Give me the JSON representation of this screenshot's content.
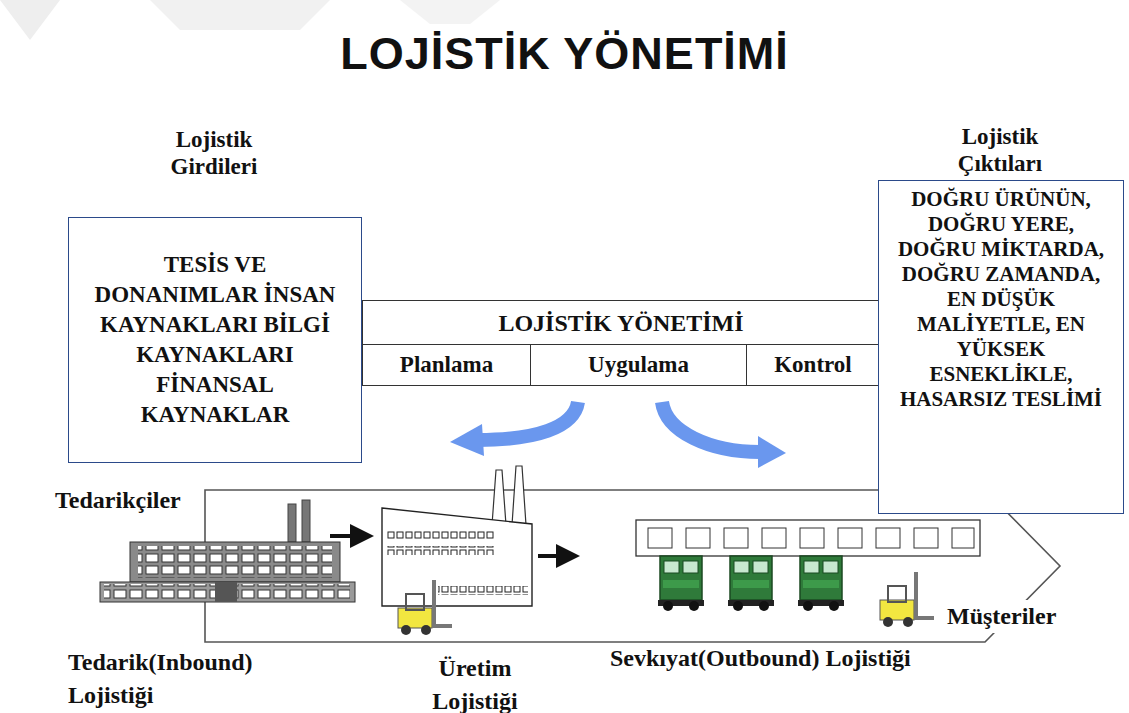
{
  "diagram": {
    "title": "LOJİSTİK YÖNETİMİ",
    "nodes": [
      {
        "text": [
          "Lojistik Girdileri",
          "TESİS VE DONANIMLAR İNSAN KAYNAKLARI BİLGİ KAYNAKLARI FİNANSAL KAYNAKLAR"
        ]
      },
      {
        "text": [
          "LOJİSTİK YÖNETİMİ"
        ]
      },
      {
        "text": [
          "Planlama"
        ],
        "in": 1
      },
      {
        "text": [
          "Uygulama"
        ],
        "in": 1
      },
      {
        "text": [
          "Kontrol"
        ],
        "in": 1
      },
      {
        "text": [
          "Lojistik Çıktıları",
          "DOĞRU ÜRÜNÜN, DOĞRU YERE, DOĞRU MİKTARDA, DOĞRU ZAMANDA, EN DÜŞÜK MALİYETLE, EN YÜKSEK ESNEKLİKLE, HASARSIZ TESLİMİ"
        ]
      }
    ],
    "labels": [
      "Tedarikçiler",
      "Tedarik(Inbound) Lojistiği",
      "Üretim Lojistiği",
      "Sevkıyat(Outbound) Lojistiği",
      "Müşteriler"
    ]
  }
}
